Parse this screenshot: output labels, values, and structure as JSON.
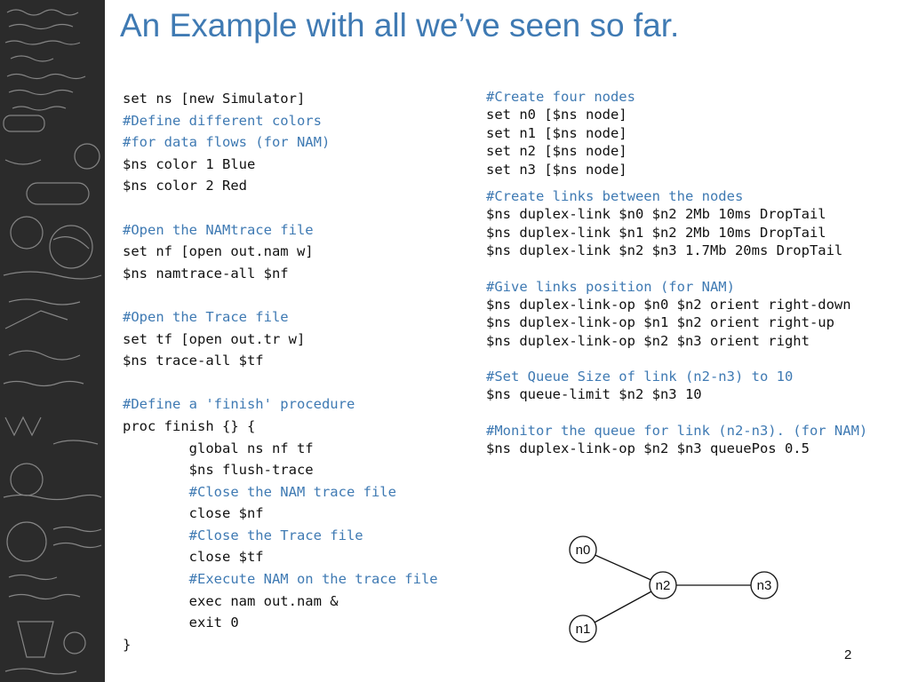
{
  "slide": {
    "title": "An Example with all we’ve seen so far.",
    "page_number": "2"
  },
  "code_left": [
    {
      "text": "set ns [new Simulator]",
      "kind": "code"
    },
    {
      "text": "#Define different colors",
      "kind": "comment"
    },
    {
      "text": "#for data flows (for NAM)",
      "kind": "comment"
    },
    {
      "text": "$ns color 1 Blue",
      "kind": "code"
    },
    {
      "text": "$ns color 2 Red",
      "kind": "code"
    },
    {
      "text": "",
      "kind": "gap"
    },
    {
      "text": "#Open the NAMtrace file",
      "kind": "comment"
    },
    {
      "text": "set nf [open out.nam w]",
      "kind": "code"
    },
    {
      "text": "$ns namtrace-all $nf",
      "kind": "code"
    },
    {
      "text": "",
      "kind": "gap"
    },
    {
      "text": "#Open the Trace file",
      "kind": "comment"
    },
    {
      "text": "set tf [open out.tr w]",
      "kind": "code"
    },
    {
      "text": "$ns trace-all $tf",
      "kind": "code"
    },
    {
      "text": "",
      "kind": "gap"
    },
    {
      "text": "#Define a 'finish' procedure",
      "kind": "comment"
    },
    {
      "text": "proc finish {} {",
      "kind": "code"
    },
    {
      "text": "        global ns nf tf",
      "kind": "code"
    },
    {
      "text": "        $ns flush-trace",
      "kind": "code"
    },
    {
      "text": "        #Close the NAM trace file",
      "kind": "comment"
    },
    {
      "text": "        close $nf",
      "kind": "code"
    },
    {
      "text": "        #Close the Trace file",
      "kind": "comment"
    },
    {
      "text": "        close $tf",
      "kind": "code"
    },
    {
      "text": "        #Execute NAM on the trace file",
      "kind": "comment"
    },
    {
      "text": "        exec nam out.nam &",
      "kind": "code"
    },
    {
      "text": "        exit 0",
      "kind": "code"
    },
    {
      "text": "}",
      "kind": "code"
    }
  ],
  "code_right": [
    {
      "text": "#Create four nodes",
      "kind": "comment"
    },
    {
      "text": "set n0 [$ns node]",
      "kind": "code"
    },
    {
      "text": "set n1 [$ns node]",
      "kind": "code"
    },
    {
      "text": "set n2 [$ns node]",
      "kind": "code"
    },
    {
      "text": "set n3 [$ns node]",
      "kind": "code"
    },
    {
      "text": "",
      "kind": "gap-sm"
    },
    {
      "text": "#Create links between the nodes",
      "kind": "comment"
    },
    {
      "text": "$ns duplex-link $n0 $n2 2Mb 10ms DropTail",
      "kind": "code"
    },
    {
      "text": "$ns duplex-link $n1 $n2 2Mb 10ms DropTail",
      "kind": "code"
    },
    {
      "text": "$ns duplex-link $n2 $n3 1.7Mb 20ms DropTail",
      "kind": "code"
    },
    {
      "text": "",
      "kind": "gap"
    },
    {
      "text": "#Give links position (for NAM)",
      "kind": "comment"
    },
    {
      "text": "$ns duplex-link-op $n0 $n2 orient right-down",
      "kind": "code"
    },
    {
      "text": "$ns duplex-link-op $n1 $n2 orient right-up",
      "kind": "code"
    },
    {
      "text": "$ns duplex-link-op $n2 $n3 orient right",
      "kind": "code"
    },
    {
      "text": "",
      "kind": "gap"
    },
    {
      "text": "#Set Queue Size of link (n2-n3) to 10",
      "kind": "comment"
    },
    {
      "text": "$ns queue-limit $n2 $n3 10",
      "kind": "code"
    },
    {
      "text": "",
      "kind": "gap"
    },
    {
      "text": "#Monitor the queue for link (n2-n3). (for NAM)",
      "kind": "comment"
    },
    {
      "text": "$ns duplex-link-op $n2 $n3 queuePos 0.5",
      "kind": "code"
    }
  ],
  "topology": {
    "nodes": [
      "n0",
      "n1",
      "n2",
      "n3"
    ],
    "links": [
      [
        "n0",
        "n2"
      ],
      [
        "n1",
        "n2"
      ],
      [
        "n2",
        "n3"
      ]
    ]
  },
  "colors": {
    "title": "#3f7ab3",
    "comment": "#3f7ab3",
    "code": "#111111",
    "sidebar": "#2b2b2b"
  }
}
